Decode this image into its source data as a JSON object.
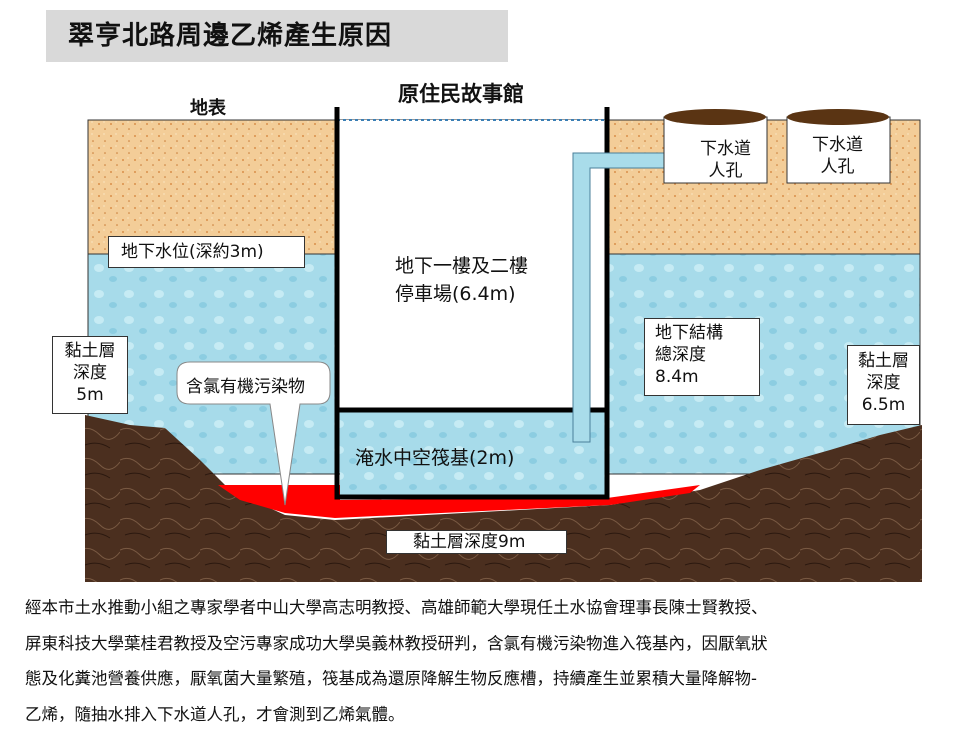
{
  "title": "翠亨北路周邊乙烯產生原因",
  "labels": {
    "surface": "地表",
    "building": "原住民故事館",
    "groundwater": "地下水位(深約3m)",
    "parking_1": "地下一樓及二樓",
    "parking_2": "停車場(6.4m)",
    "clay_left_1": "黏土層",
    "clay_left_2": "深度",
    "clay_left_3": "5m",
    "pollutant": "含氯有機污染物",
    "raft": "淹水中空筏基(2m)",
    "structure_1": "地下結構",
    "structure_2": "總深度",
    "structure_3": "8.4m",
    "clay_right_1": "黏土層",
    "clay_right_2": "深度",
    "clay_right_3": "6.5m",
    "manhole_1": "下水道",
    "manhole_2": "人孔",
    "manhole_b1": "下水道",
    "manhole_b2": "人孔",
    "clay_bottom": "黏土層深度9m"
  },
  "paragraph": [
    "經本市土水推動小組之專家學者中山大學高志明教授、高雄師範大學現任土水協會理事長陳士賢教授、",
    "屏東科技大學葉桂君教授及空污專家成功大學吳義林教授研判，含氯有機污染物進入筏基內，因厭氧狀",
    "態及化糞池營養供應，厭氧菌大量繁殖，筏基成為還原降解生物反應槽，持續產生並累積大量降解物-",
    "乙烯，隨抽水排入下水道人孔，才會測到乙烯氣體。"
  ],
  "colors": {
    "sand": "#f0c58a",
    "water": "#a9dceb",
    "clay": "#4a2e1e",
    "pollutant": "#ff0000"
  }
}
